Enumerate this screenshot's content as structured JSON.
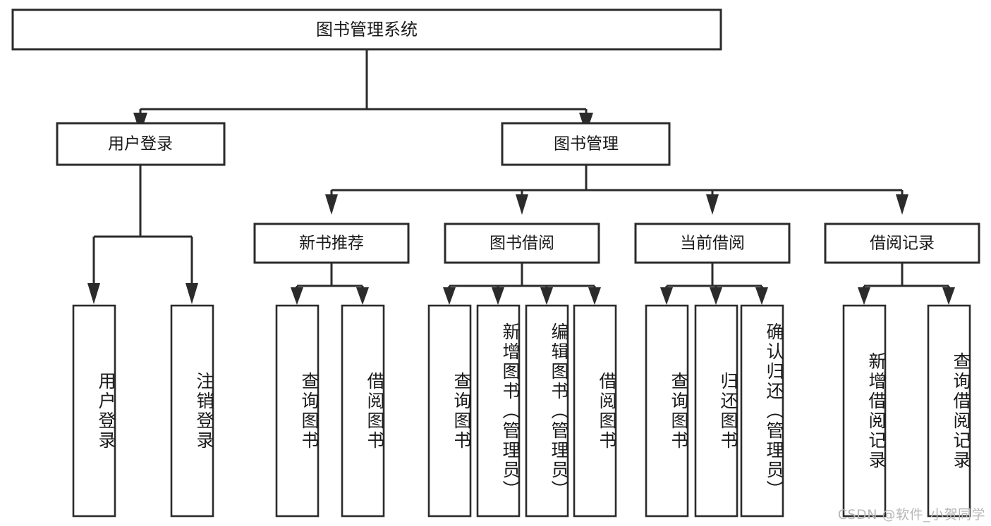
{
  "diagram": {
    "title": "图书管理系统",
    "type": "tree-hierarchy",
    "watermark": "CSDN @软件_小贺同学",
    "colors": {
      "stroke": "#2b2b2b",
      "fill": "#ffffff",
      "text": "#1a1a1a",
      "watermark": "#b7b7b7",
      "background": "#ffffff"
    },
    "root": {
      "label": "图书管理系统"
    },
    "level2": [
      {
        "label": "用户登录"
      },
      {
        "label": "图书管理"
      }
    ],
    "level3": [
      {
        "label": "新书推荐"
      },
      {
        "label": "图书借阅"
      },
      {
        "label": "当前借阅"
      },
      {
        "label": "借阅记录"
      }
    ],
    "leaves": {
      "user_login": [
        {
          "label": "用户登录"
        },
        {
          "label": "注销登录"
        }
      ],
      "new_book_recommend": [
        {
          "label": "查询图书"
        },
        {
          "label": "借阅图书"
        }
      ],
      "book_borrow": [
        {
          "label": "查询图书"
        },
        {
          "label": "新增图书（管理员）"
        },
        {
          "label": "编辑图书（管理员）"
        },
        {
          "label": "借阅图书"
        }
      ],
      "current_borrow": [
        {
          "label": "查询图书"
        },
        {
          "label": "归还图书"
        },
        {
          "label": "确认归还（管理员）"
        }
      ],
      "borrow_record": [
        {
          "label": "新增借阅记录"
        },
        {
          "label": "查询借阅记录"
        }
      ]
    }
  }
}
